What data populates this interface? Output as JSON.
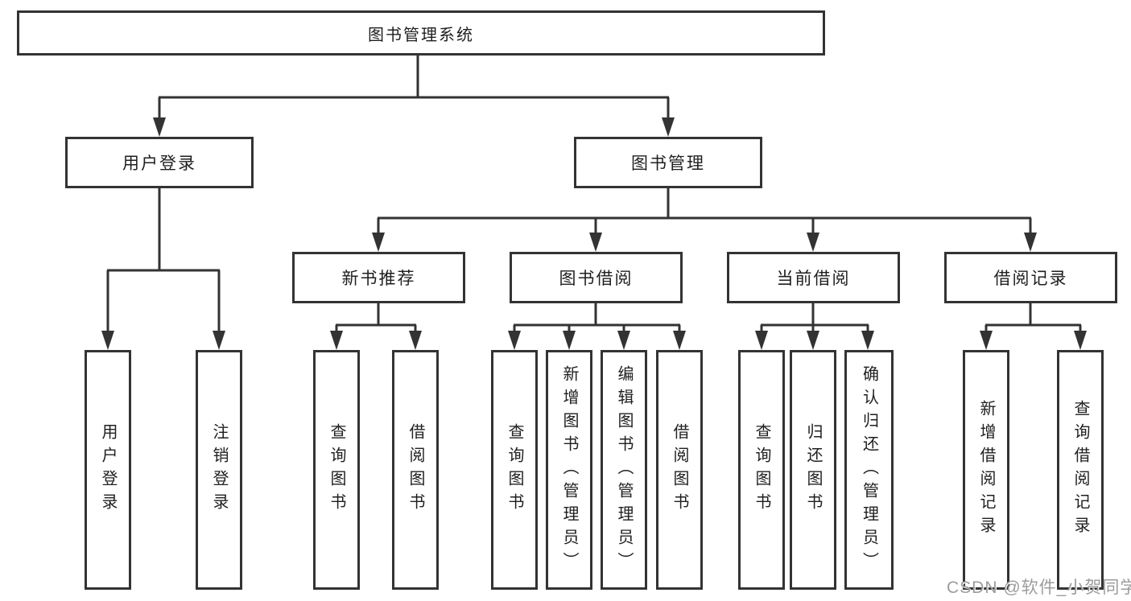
{
  "colors": {
    "line": "#333333",
    "box_border": "#333333",
    "text": "#1f1f1f",
    "background": "#ffffff",
    "watermark": "#9c9c9c"
  },
  "tree": {
    "root": {
      "label": "图书管理系统"
    },
    "user_login": {
      "label": "用户登录",
      "children": [
        {
          "label": "用户登录"
        },
        {
          "label": "注销登录"
        }
      ]
    },
    "book_management": {
      "label": "图书管理",
      "sections": [
        {
          "label": "新书推荐",
          "children": [
            {
              "label": "查询图书"
            },
            {
              "label": "借阅图书"
            }
          ]
        },
        {
          "label": "图书借阅",
          "children": [
            {
              "label": "查询图书"
            },
            {
              "label": "新增图书（管理员）"
            },
            {
              "label": "编辑图书（管理员）"
            },
            {
              "label": "借阅图书"
            }
          ]
        },
        {
          "label": "当前借阅",
          "children": [
            {
              "label": "查询图书"
            },
            {
              "label": "归还图书"
            },
            {
              "label": "确认归还（管理员）"
            }
          ]
        },
        {
          "label": "借阅记录",
          "children": [
            {
              "label": "新增借阅记录"
            },
            {
              "label": "查询借阅记录"
            }
          ]
        }
      ]
    }
  },
  "watermark": {
    "text": "CSDN @软件_小贺同学"
  }
}
